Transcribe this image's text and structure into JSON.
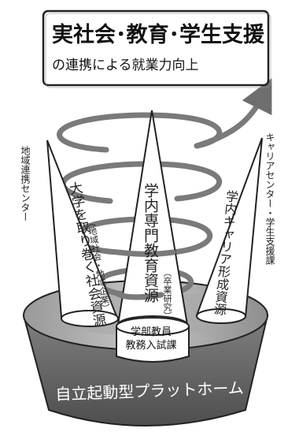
{
  "goal": {
    "title": "実社会･教育･学生支援",
    "subtitle": "の連携による就業力向上"
  },
  "side_labels": {
    "left": "地域連携センター",
    "right": "キャリアセンター・学生支援課"
  },
  "cones": {
    "left": {
      "main": "大学を取り巻く社会資源",
      "sub": "（地域社会・地域企業）"
    },
    "center": {
      "main": "学内専門教育資源",
      "sub": "（卒業研究）"
    },
    "right": {
      "main": "学内キャリア形成資源"
    }
  },
  "pedestal": {
    "line1": "学部教員",
    "line2": "教務入試課"
  },
  "platform": {
    "label": "自立起動型プラットホーム"
  },
  "colors": {
    "platform_dark": "#5a5a5a",
    "platform_top": "#8a8a8a",
    "spiral": "#7a7a7a",
    "cone_fill": "#ffffff",
    "outline": "#222222"
  }
}
